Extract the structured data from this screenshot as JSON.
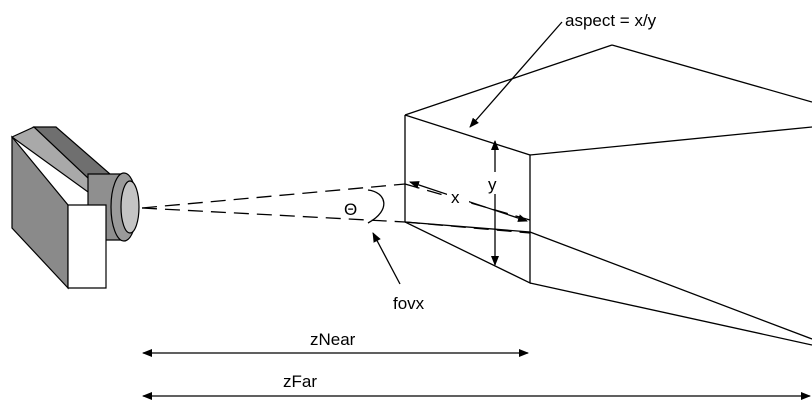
{
  "labels": {
    "aspect": "aspect = x/y",
    "y": "y",
    "x": "x",
    "theta": "Θ",
    "fovx": "fovx",
    "znear": "zNear",
    "zfar": "zFar"
  },
  "colors": {
    "line": "#000000",
    "camera_top": "#6f6f6f",
    "camera_side": "#a9a9a9",
    "camera_front": "#ffffff",
    "lens": "#8f8f8f",
    "lens_rim": "#c4c4c4"
  },
  "icons": {
    "camera": "camera-icon"
  }
}
